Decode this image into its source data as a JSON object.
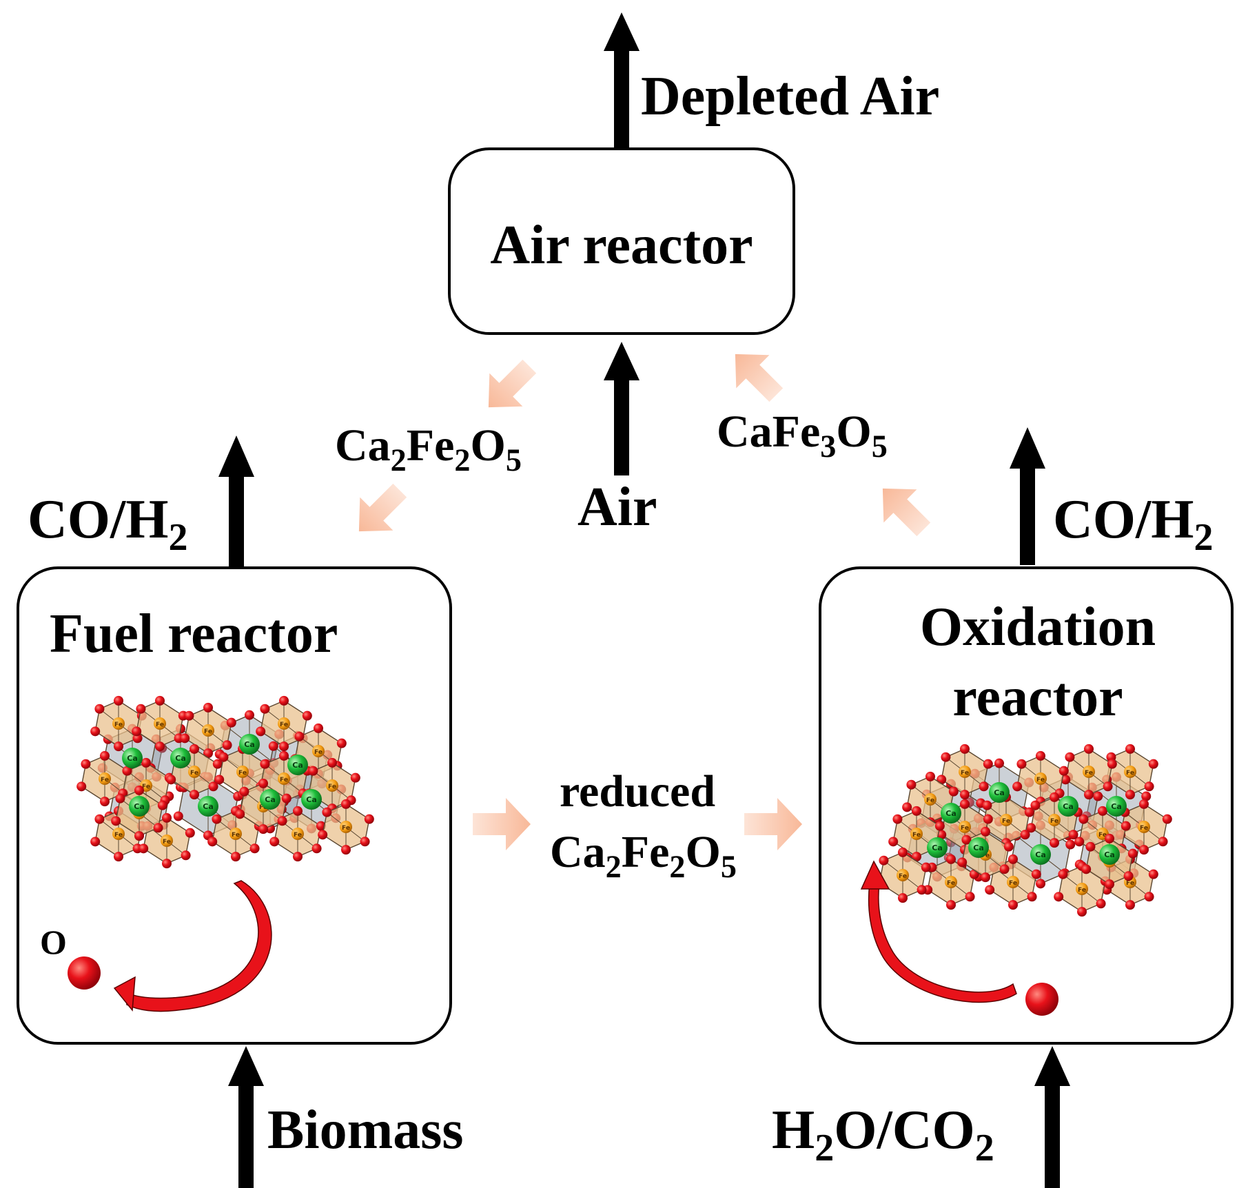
{
  "outputs": {
    "depleted_air": "Depleted Air",
    "syngas_left": {
      "main": "CO/H",
      "sub": "2"
    },
    "syngas_right": {
      "main": "CO/H",
      "sub": "2"
    }
  },
  "inputs": {
    "air": "Air",
    "biomass": "Biomass",
    "h2o_co2": {
      "h": "H",
      "s1": "2",
      "mid": "O/CO",
      "s2": "2"
    }
  },
  "reactors": {
    "air": "Air reactor",
    "fuel": "Fuel reactor",
    "oxidation_line1": "Oxidation",
    "oxidation_line2": "reactor"
  },
  "species": {
    "ca2fe2o5": {
      "a": "Ca",
      "n1": "2",
      "b": "Fe",
      "n2": "2",
      "c": "O",
      "n3": "5"
    },
    "cafe3o5": {
      "a": "CaFe",
      "n1": "3",
      "b": "O",
      "n2": "5"
    },
    "reduced_line1": "reduced",
    "reduced_ca2fe2o5": {
      "a": "Ca",
      "n1": "2",
      "b": "Fe",
      "n2": "2",
      "c": "O",
      "n3": "5"
    },
    "oxygen_atom": "O"
  },
  "crystal_atom_labels": {
    "iron": "Fe",
    "calcium": "Ca"
  },
  "colors": {
    "flow_arrow": "#f9c7ae",
    "oxygen": "#e8121a",
    "iron_polyhedron": "#e9c28f",
    "calcium_atom": "#1ebe3a",
    "calcium_polyhedron": "#8e9aa6",
    "lines": "#000000"
  }
}
